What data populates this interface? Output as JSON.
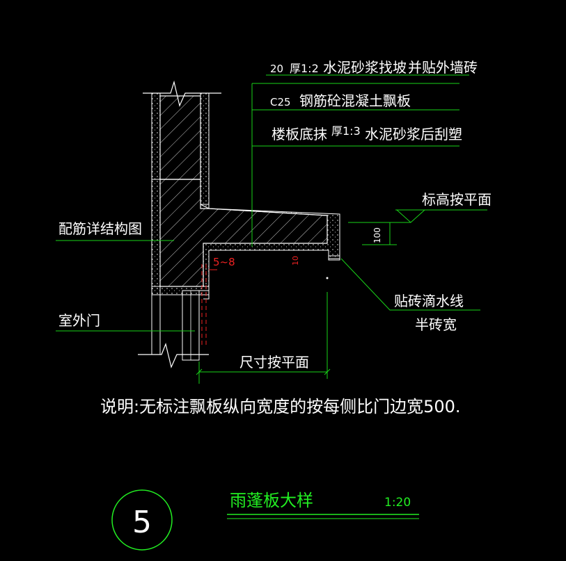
{
  "colors": {
    "background": "#000000",
    "leader_line": "#19d419",
    "outline": "#ffffff",
    "accent_red": "#ee2222",
    "title_green": "#22ee22"
  },
  "callouts": {
    "line1_num": "20",
    "line1_thick": "厚1:2",
    "line1_text": "水泥砂浆找坡",
    "line1_text2": "并贴外墙砖",
    "line2_grade": "C25",
    "line2_text": "钢筋砼混凝土飘板",
    "line3_text": "楼板底抹",
    "line3_thick": "厚1:3",
    "line3_text2": "水泥砂浆后刮塑"
  },
  "labels": {
    "elevation": "标高按平面",
    "rebar": "配筋详结构图",
    "exterior_door": "室外门",
    "drip_line": "贴砖滴水线",
    "half_brick": "半砖宽",
    "dimension": "尺寸按平面",
    "gap": "5~8",
    "drip_dim": "10",
    "height_dim": "100"
  },
  "note": "说明:无标注飘板纵向宽度的按每侧比门边宽500.",
  "title_block": {
    "number": "5",
    "title": "雨蓬板大样",
    "scale": "1:20"
  }
}
